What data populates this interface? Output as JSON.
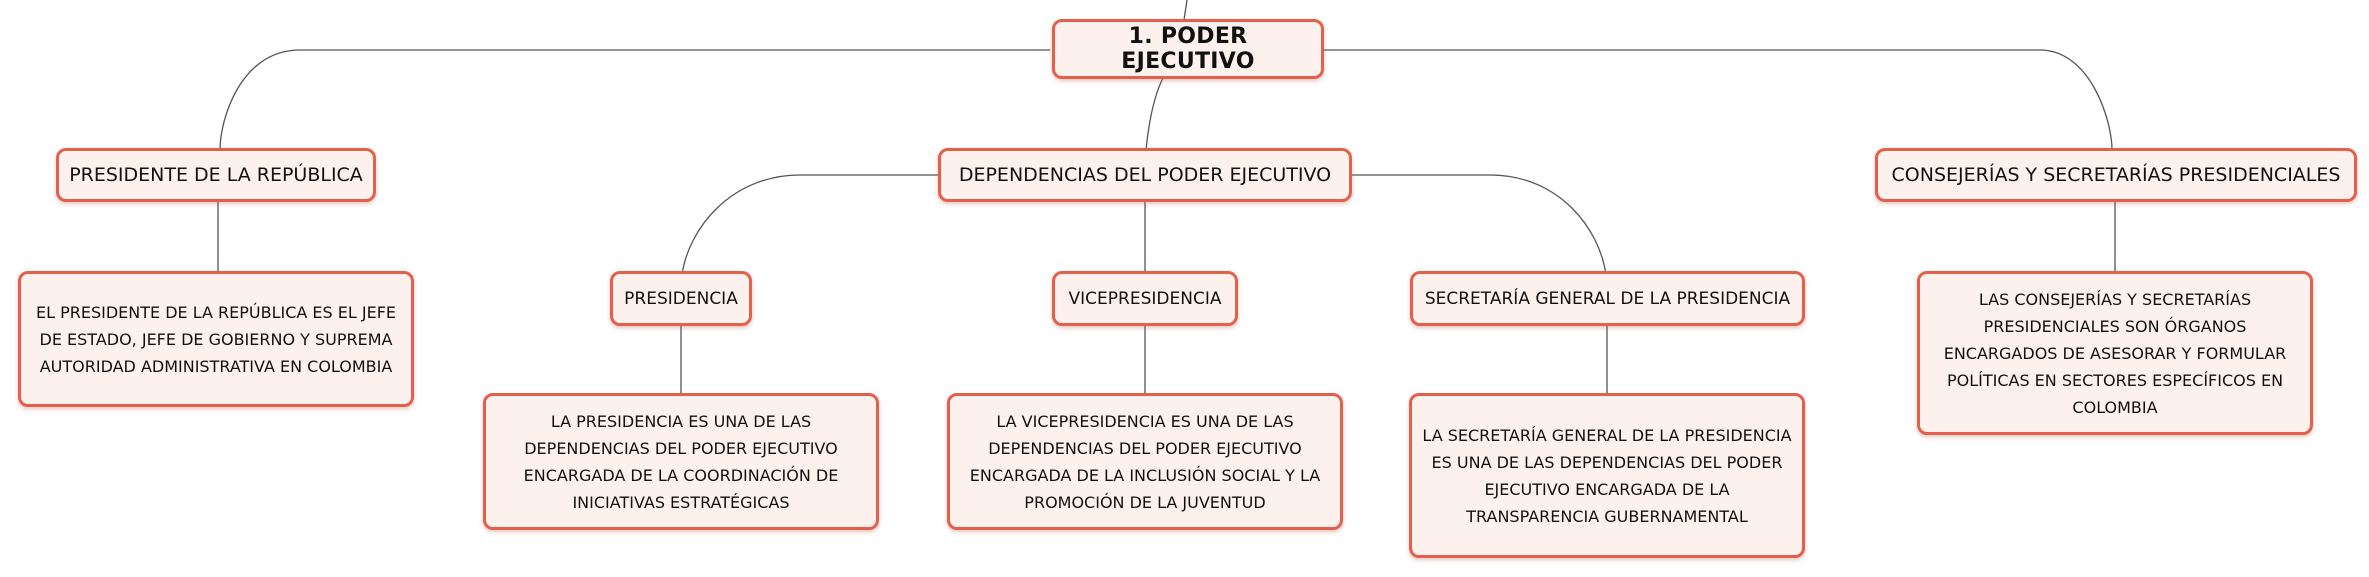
{
  "root": {
    "label": "1. PODER EJECUTIVO"
  },
  "branches": {
    "presidente": {
      "label": "PRESIDENTE DE LA REPÚBLICA",
      "description": "EL PRESIDENTE DE LA REPÚBLICA ES EL JEFE DE ESTADO, JEFE DE GOBIERNO Y SUPREMA AUTORIDAD ADMINISTRATIVA EN COLOMBIA"
    },
    "dependencias": {
      "label": "DEPENDENCIAS DEL PODER EJECUTIVO",
      "children": {
        "presidencia": {
          "label": "PRESIDENCIA",
          "description": "LA PRESIDENCIA ES UNA DE LAS DEPENDENCIAS DEL PODER EJECUTIVO ENCARGADA DE LA COORDINACIÓN DE INICIATIVAS ESTRATÉGICAS"
        },
        "vicepresidencia": {
          "label": "VICEPRESIDENCIA",
          "description": "LA VICEPRESIDENCIA ES UNA DE LAS DEPENDENCIAS DEL PODER EJECUTIVO ENCARGADA DE LA INCLUSIÓN SOCIAL Y LA PROMOCIÓN DE LA JUVENTUD"
        },
        "secretaria": {
          "label": "SECRETARÍA GENERAL DE LA PRESIDENCIA",
          "description": "LA SECRETARÍA GENERAL DE LA PRESIDENCIA ES UNA DE LAS DEPENDENCIAS DEL PODER EJECUTIVO ENCARGADA DE LA TRANSPARENCIA GUBERNAMENTAL"
        }
      }
    },
    "consejerias": {
      "label": "CONSEJERÍAS Y SECRETARÍAS PRESIDENCIALES",
      "description": "LAS CONSEJERÍAS Y SECRETARÍAS PRESIDENCIALES SON ÓRGANOS ENCARGADOS DE ASESORAR Y FORMULAR POLÍTICAS EN SECTORES ESPECÍFICOS EN COLOMBIA"
    }
  },
  "colors": {
    "node_border": "#e3604c",
    "node_fill": "#fdf1ed",
    "connector": "#555555"
  }
}
